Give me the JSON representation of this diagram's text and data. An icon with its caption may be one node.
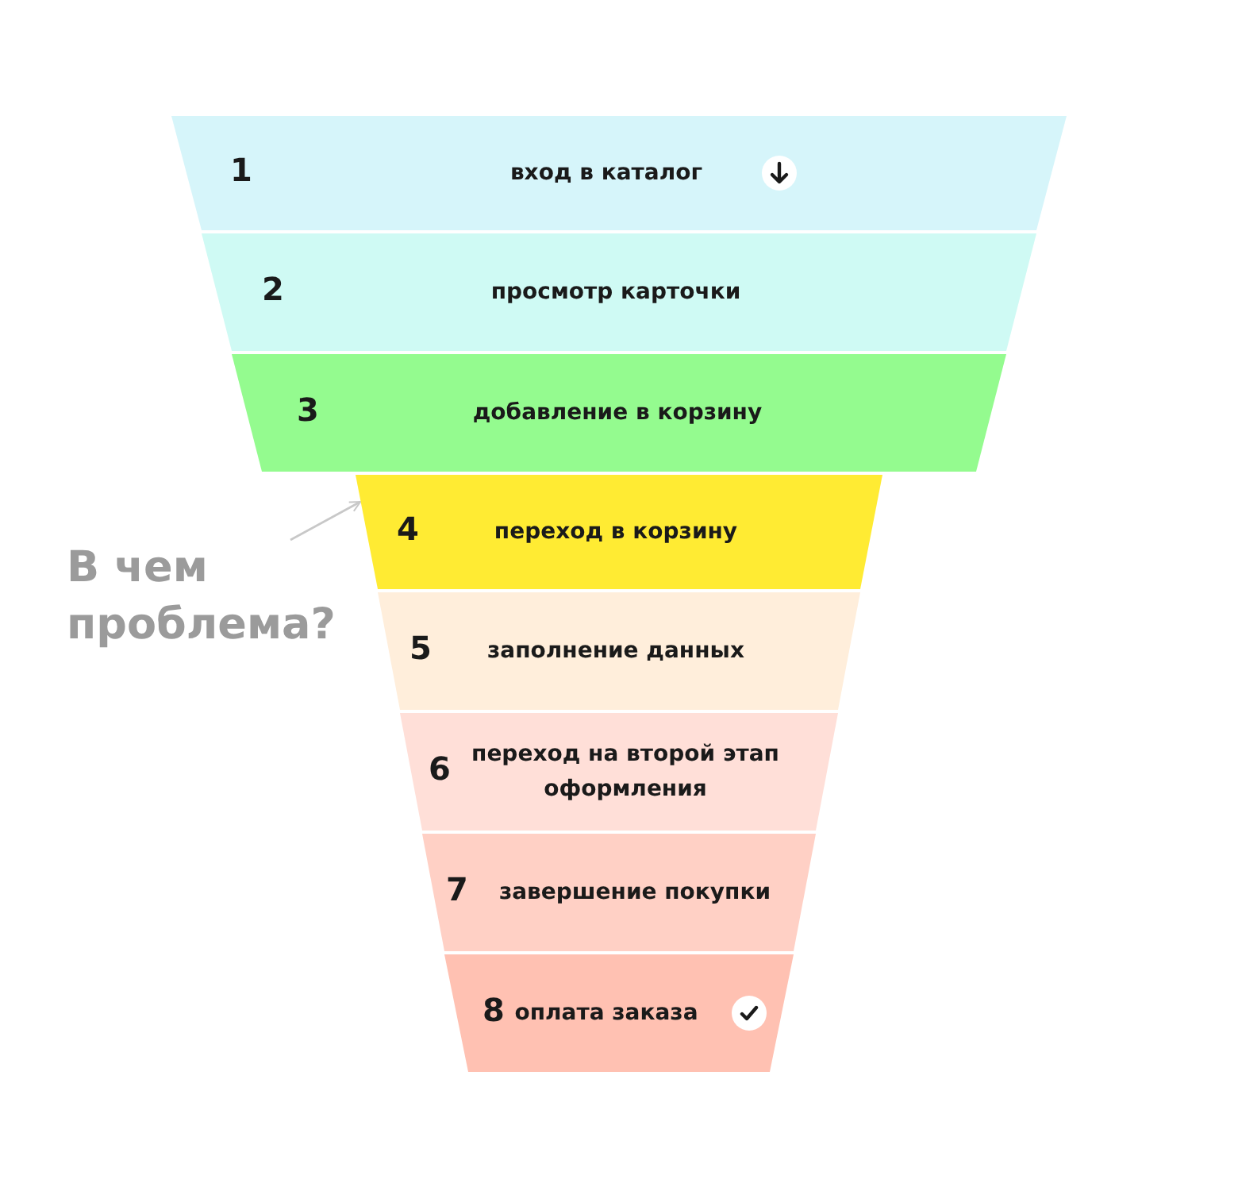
{
  "diagram": {
    "nodes": [
      {
        "text": [
          "1",
          "вход в каталог"
        ]
      },
      {
        "text": [
          "2",
          "просмотр карточки"
        ]
      },
      {
        "text": [
          "3",
          "добавление в корзину"
        ]
      },
      {
        "text": [
          "4",
          "переход в корзину"
        ]
      },
      {
        "text": [
          "5",
          "заполнение данных"
        ]
      },
      {
        "text": [
          "6",
          "переход на второй этап оформления"
        ]
      },
      {
        "text": [
          "7",
          "завершение покупки"
        ]
      },
      {
        "text": [
          "8",
          "оплата заказа"
        ]
      },
      {
        "text": [
          "В чем проблема?"
        ]
      }
    ],
    "edges": [
      {
        "from": 8,
        "to": 3,
        "arrow": "to",
        "color": "#c8c8c8"
      }
    ]
  }
}
